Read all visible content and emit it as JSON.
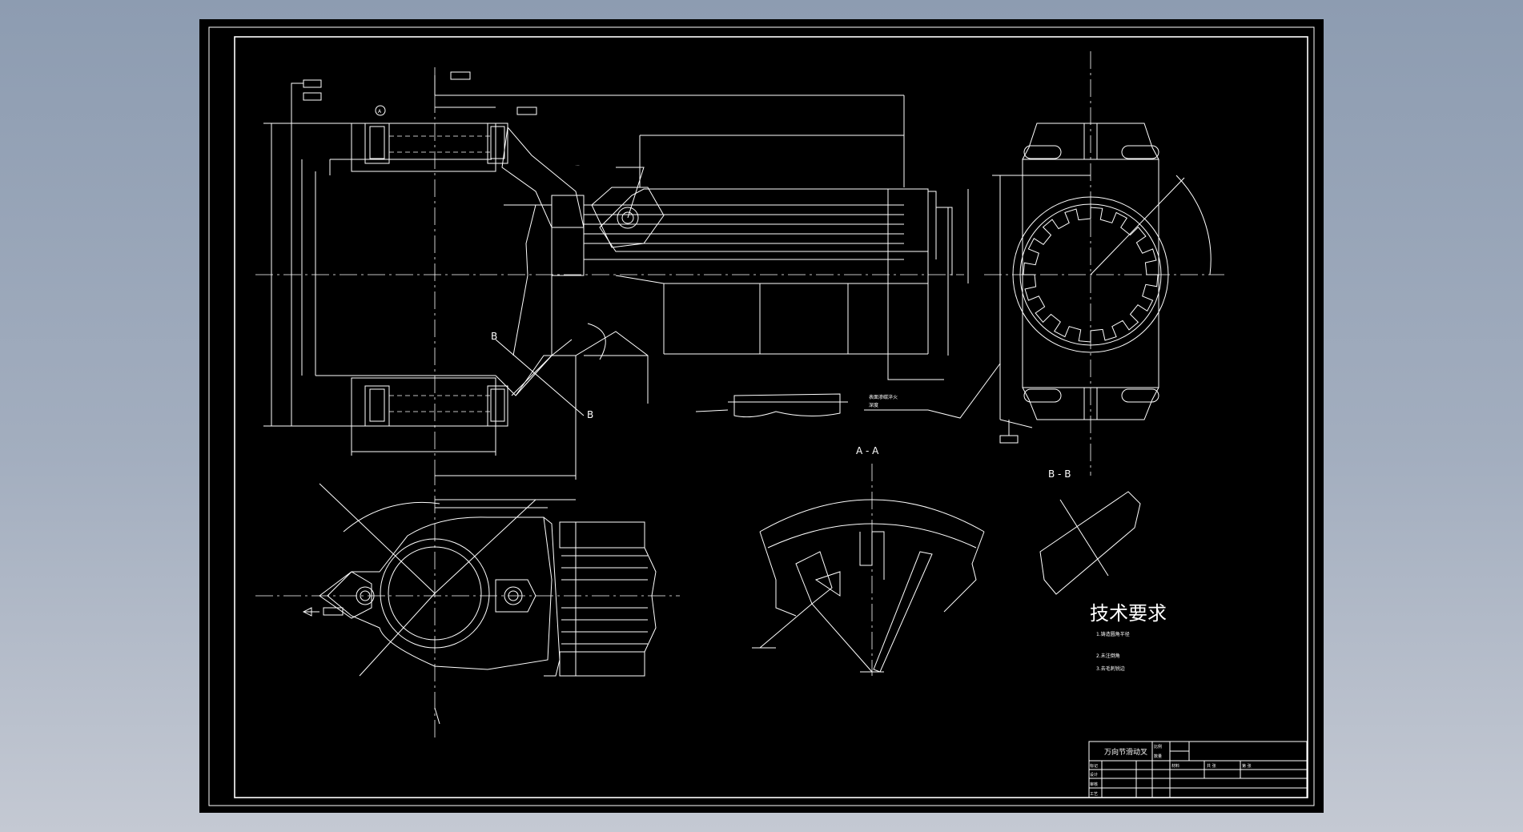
{
  "drawing": {
    "section_labels": {
      "aa": "A - A",
      "bb": "B - B",
      "b_left": "B",
      "b_right": "B",
      "datum_a": "A"
    },
    "tech_requirements": {
      "title": "技术要求",
      "items": [
        "1.铸造圆角半径",
        "2.未注倒角",
        "3.去毛刺锐边"
      ]
    },
    "notes": {
      "hardness_1": "表面渗碳淬火",
      "hardness_2": "深度"
    },
    "title_block": {
      "part_name": "万向节滑动叉",
      "row_labels": [
        "标记",
        "设计",
        "审核",
        "工艺"
      ],
      "cells": [
        "比例",
        "数量",
        "材料",
        "共 张",
        "第 张"
      ]
    }
  }
}
